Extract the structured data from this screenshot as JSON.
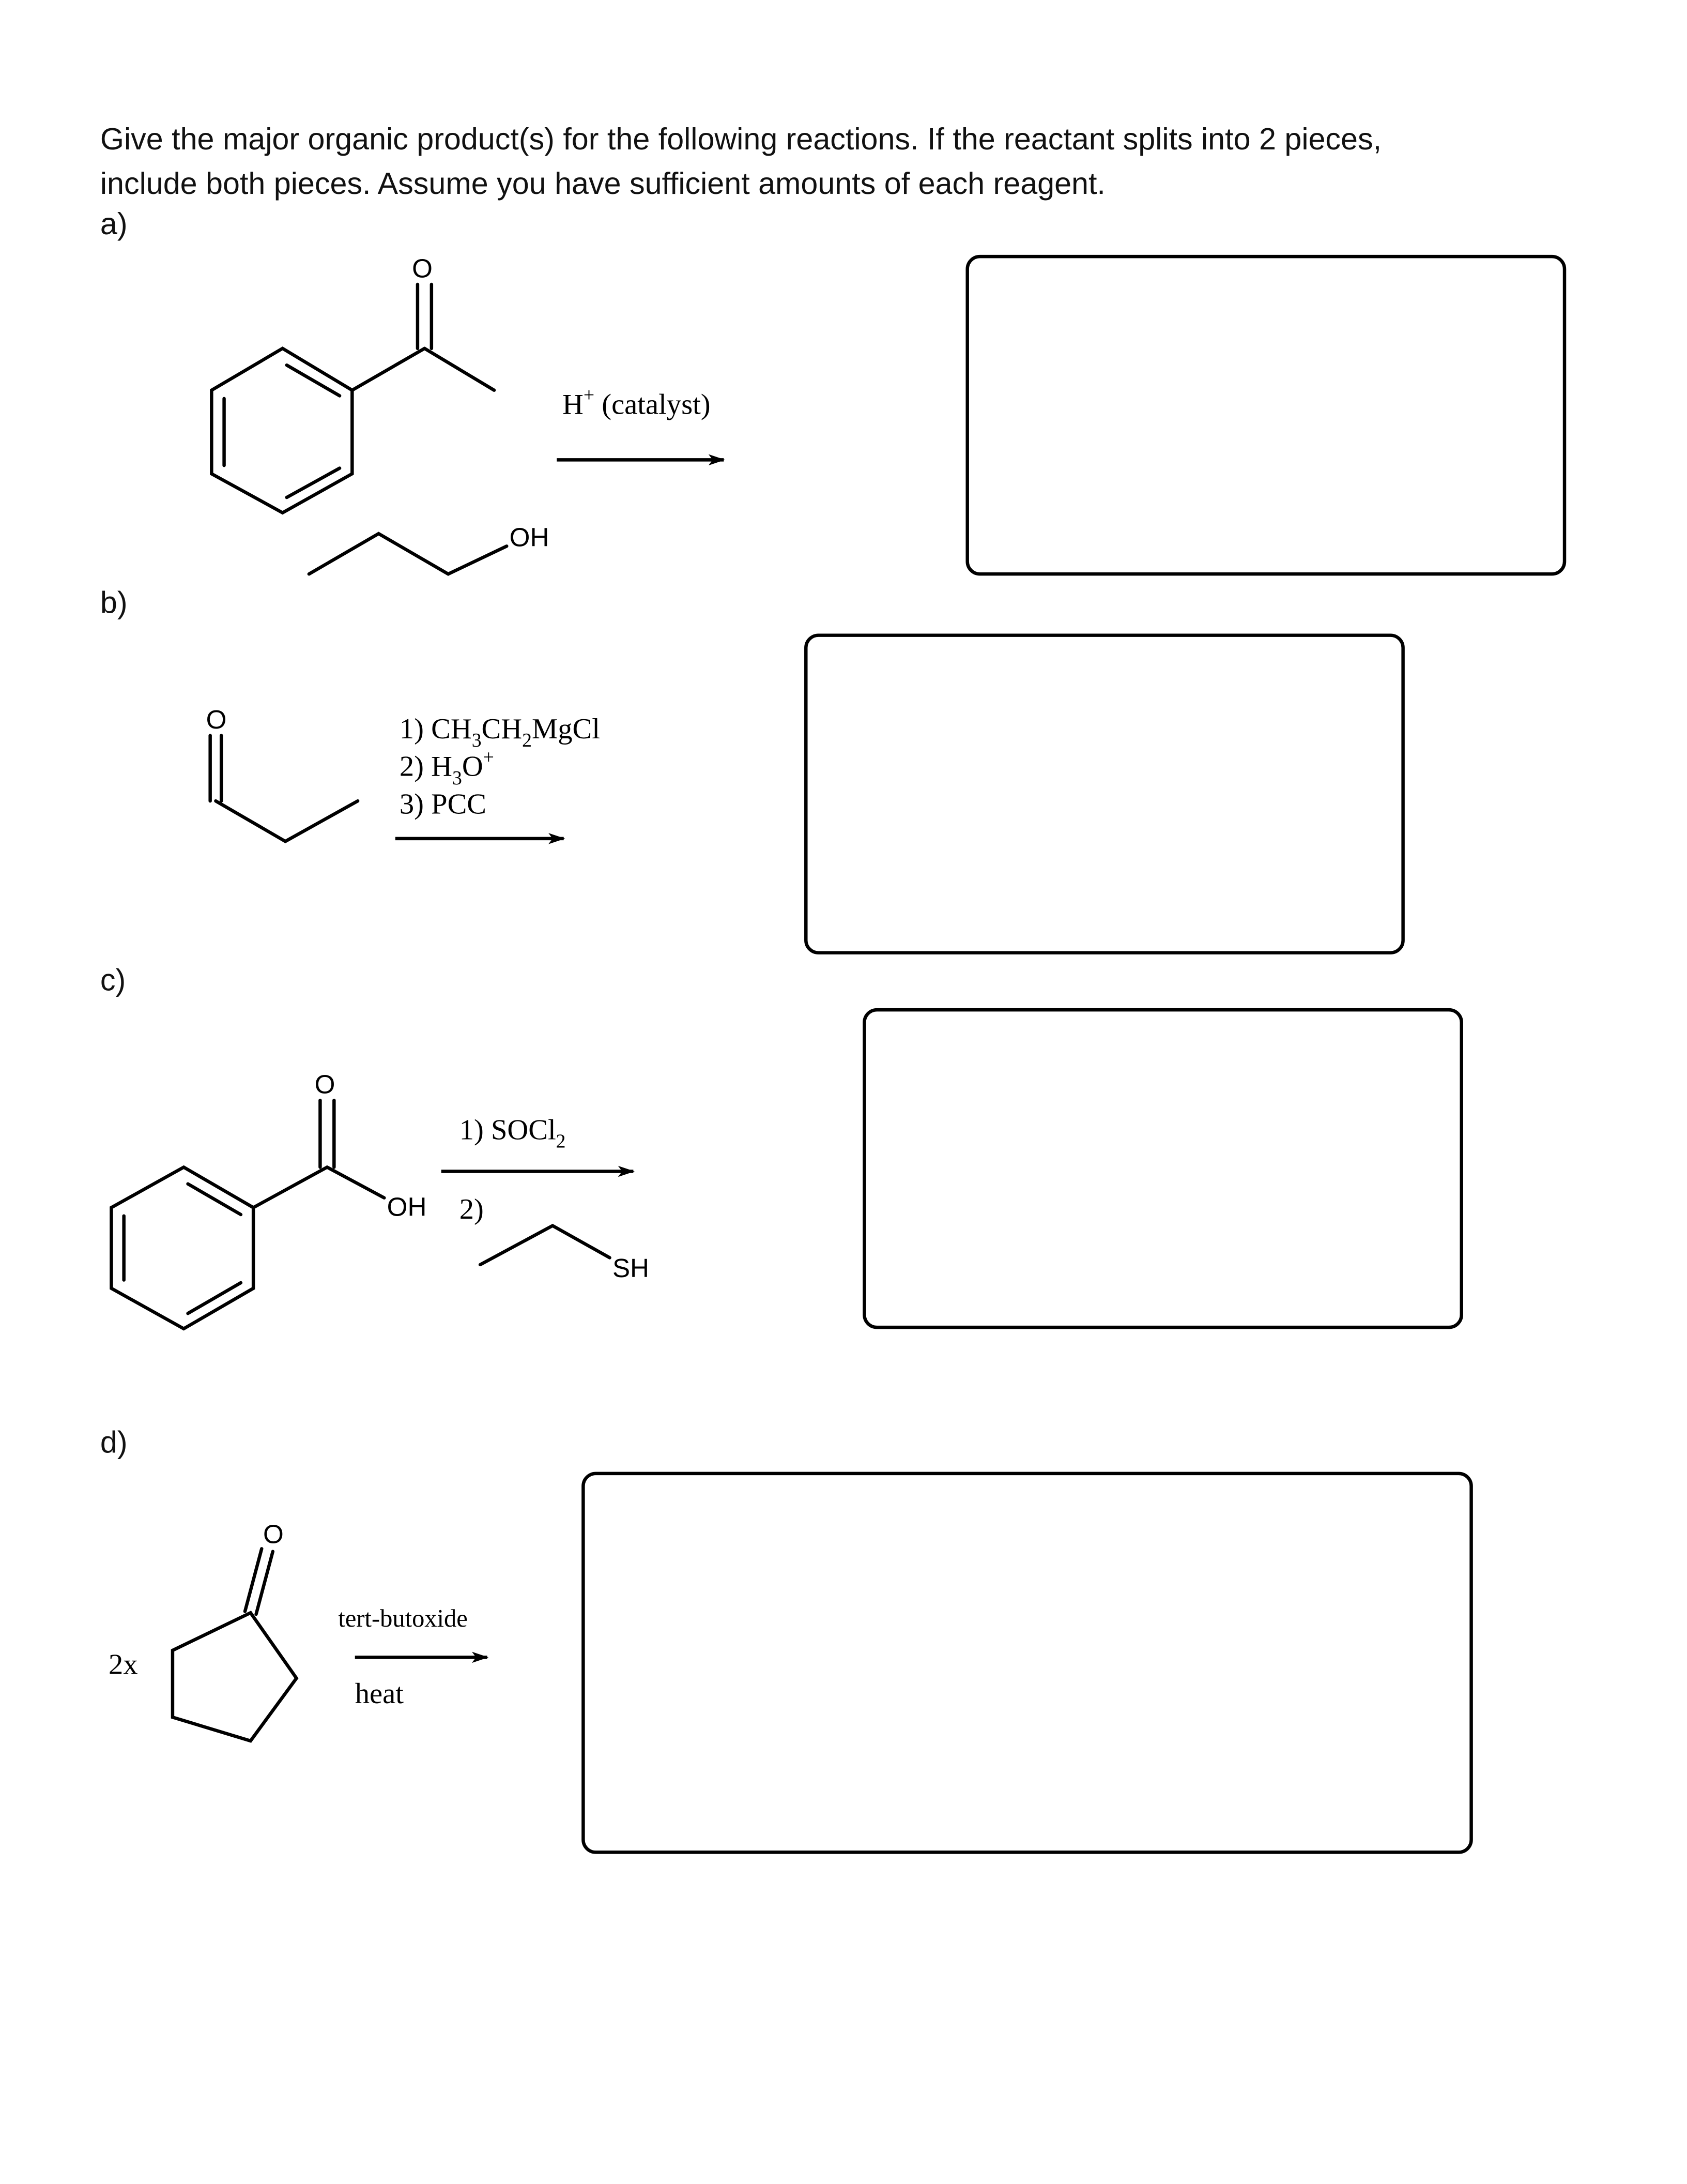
{
  "instructions": {
    "line1": "Give the major organic product(s) for the following reactions.  If the reactant splits into 2 pieces,",
    "line2": "include both pieces. Assume you have sufficient amounts of each reagent."
  },
  "problems": {
    "a": {
      "label": "a)",
      "atoms": {
        "o": "O",
        "oh": "OH"
      },
      "reagent": {
        "h": "H",
        "plus": "+",
        "rest": " (catalyst)"
      }
    },
    "b": {
      "label": "b)",
      "atoms": {
        "o": "O"
      },
      "reagent1": [
        "1) CH",
        "3",
        "CH",
        "2",
        "MgCl"
      ],
      "reagent2": [
        "2) H",
        "3",
        "O",
        "+"
      ],
      "reagent3": "3) PCC"
    },
    "c": {
      "label": "c)",
      "atoms": {
        "o": "O",
        "oh": "OH",
        "sh": "SH"
      },
      "reagent1": [
        "1) SOCl",
        "2"
      ],
      "reagent2": "2)"
    },
    "d": {
      "label": "d)",
      "multiplier": "2x",
      "atoms": {
        "o": "O"
      },
      "reagent_above": "tert-butoxide",
      "reagent_below": "heat"
    }
  }
}
